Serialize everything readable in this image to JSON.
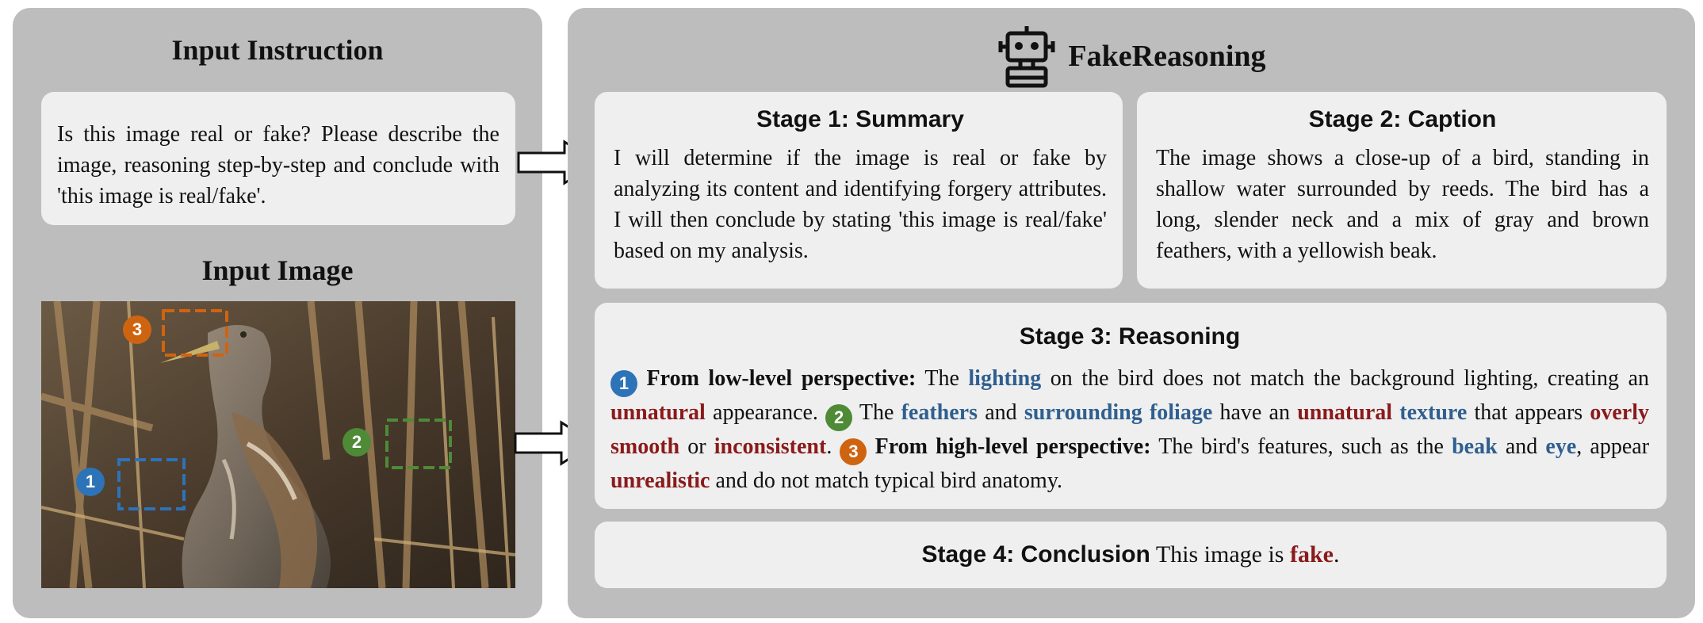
{
  "input_instruction": {
    "title": "Input Instruction",
    "text": "Is this image real or fake? Please describe the image, reasoning step-by-step and conclude with 'this image is real/fake'."
  },
  "input_image": {
    "title": "Input Image",
    "markers": [
      "1",
      "2",
      "3"
    ],
    "colors": {
      "marker1": "#2d73b8",
      "marker2": "#4f8a37",
      "marker3": "#cf6410"
    }
  },
  "app": {
    "title": "FakeReasoning",
    "icon": "robot-icon"
  },
  "stage1": {
    "title": "Stage 1: Summary",
    "text": "I will determine if the image is real or fake by analyzing its content and identifying forgery attributes. I will then conclude by stating 'this image is real/fake' based on my analysis."
  },
  "stage2": {
    "title": "Stage 2: Caption",
    "text": "The image shows a close-up of a bird, standing in shallow water surrounded by reeds. The bird has a long, slender neck and a mix of gray and brown feathers, with a yellowish beak."
  },
  "stage3": {
    "title": "Stage 3: Reasoning",
    "m1": "1",
    "low_label": "From low-level perspective:",
    "t1": " The ",
    "k_lighting": "lighting",
    "t2": " on the bird does not match the background lighting, creating an ",
    "k_unnatural1": "unnatural",
    "t3": " appearance. ",
    "m2": "2",
    "t4": " The ",
    "k_feathers": "feathers",
    "t5": " and ",
    "k_foliage": "surrounding foliage",
    "t6": " have an ",
    "k_unnatural2": "unnatural",
    "t7": " ",
    "k_texture": "texture",
    "t8": " that appears ",
    "k_smooth": "overly smooth",
    "t9": " or ",
    "k_inconsistent": "inconsistent",
    "t10": ". ",
    "m3": "3",
    "high_label": "From high-level perspective:",
    "t11": " The bird's features, such as the ",
    "k_beak": "beak",
    "t12": " and ",
    "k_eye": "eye",
    "t13": ", appear ",
    "k_unrealistic": "unrealistic",
    "t14": " and do not match typical bird anatomy."
  },
  "stage4": {
    "title": "Stage 4: Conclusion",
    "text": " This image is ",
    "verdict": "fake",
    "end": "."
  },
  "colors": {
    "panel": "#bdbdbd",
    "box": "#efefef",
    "highlight_blue": "#2f5f8f",
    "highlight_red": "#8b1a1a"
  }
}
